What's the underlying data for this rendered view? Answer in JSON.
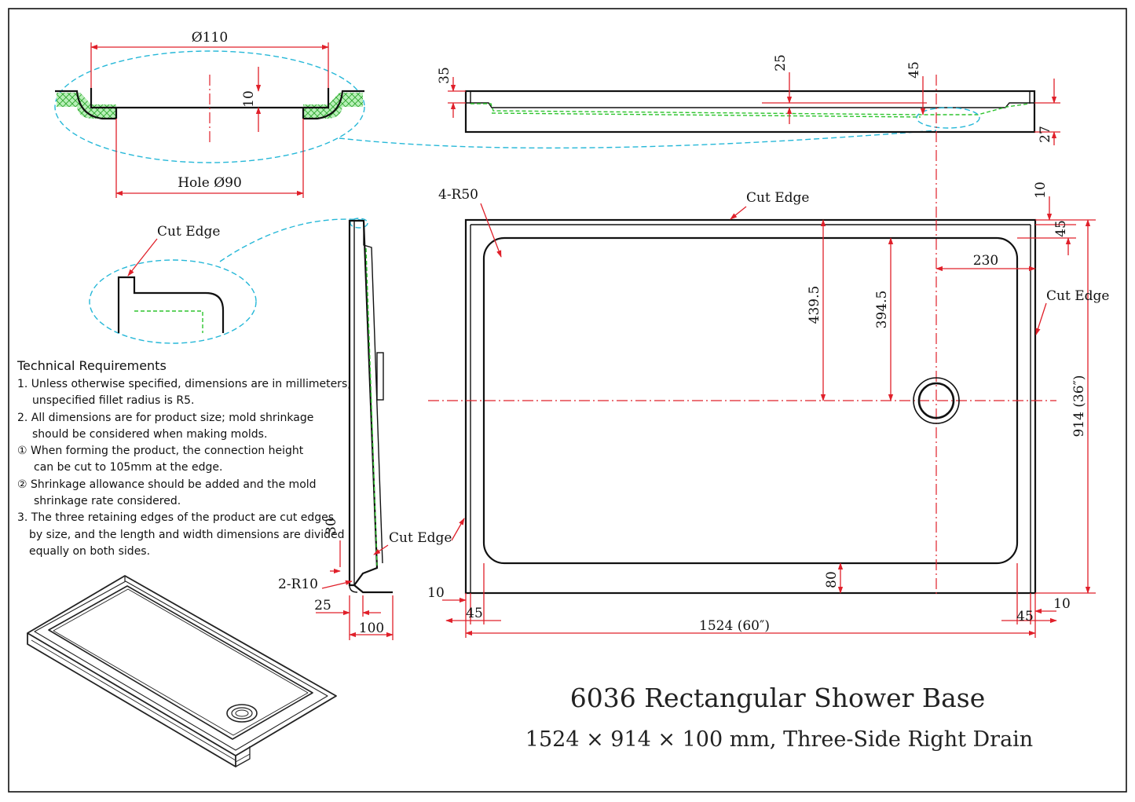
{
  "labels": {
    "d110": "Ø110",
    "d10_detail": "10",
    "hole90": "Hole Ø90",
    "d35": "35",
    "d25_top": "25",
    "d45_top": "45",
    "d27": "27",
    "r50": "4-R50",
    "cut_edge_top": "Cut Edge",
    "cut_edge_right": "Cut Edge",
    "cut_edge_detail": "Cut Edge",
    "cut_edge_side": "Cut Edge",
    "d10_tr": "10",
    "d45_tr": "45",
    "d230": "230",
    "d439_5": "439.5",
    "d394_5": "394.5",
    "d914": "914 (36″)",
    "d80": "80",
    "d10_bl": "10",
    "d45_bl": "45",
    "d45_br": "45",
    "d10_br": "10",
    "d1524": "1524 (60″)",
    "d30": "30",
    "r10": "2-R10",
    "d25_side": "25",
    "d100": "100"
  },
  "tech": {
    "heading": "Technical Requirements",
    "lines": [
      "1. Unless otherwise specified, dimensions are in millimeters;",
      "unspecified fillet radius is R5.",
      "2. All dimensions are for product size; mold shrinkage",
      "should be considered when making molds.",
      "① When forming the product, the connection height",
      "can be cut to 105mm at the edge.",
      "② Shrinkage allowance should be added and the mold",
      "shrinkage rate considered.",
      "3. The three retaining edges of the product are cut edges",
      "by size, and the length and width dimensions are divided",
      "equally on both sides."
    ]
  },
  "title": {
    "main": "6036 Rectangular Shower Base",
    "sub": "1524 × 914 × 100 mm, Three-Side Right Drain"
  },
  "colors": {
    "outline": "#111111",
    "dimension": "#e0202a",
    "detail_callout": "#26b8d8",
    "hidden_line": "#2ec42e"
  }
}
